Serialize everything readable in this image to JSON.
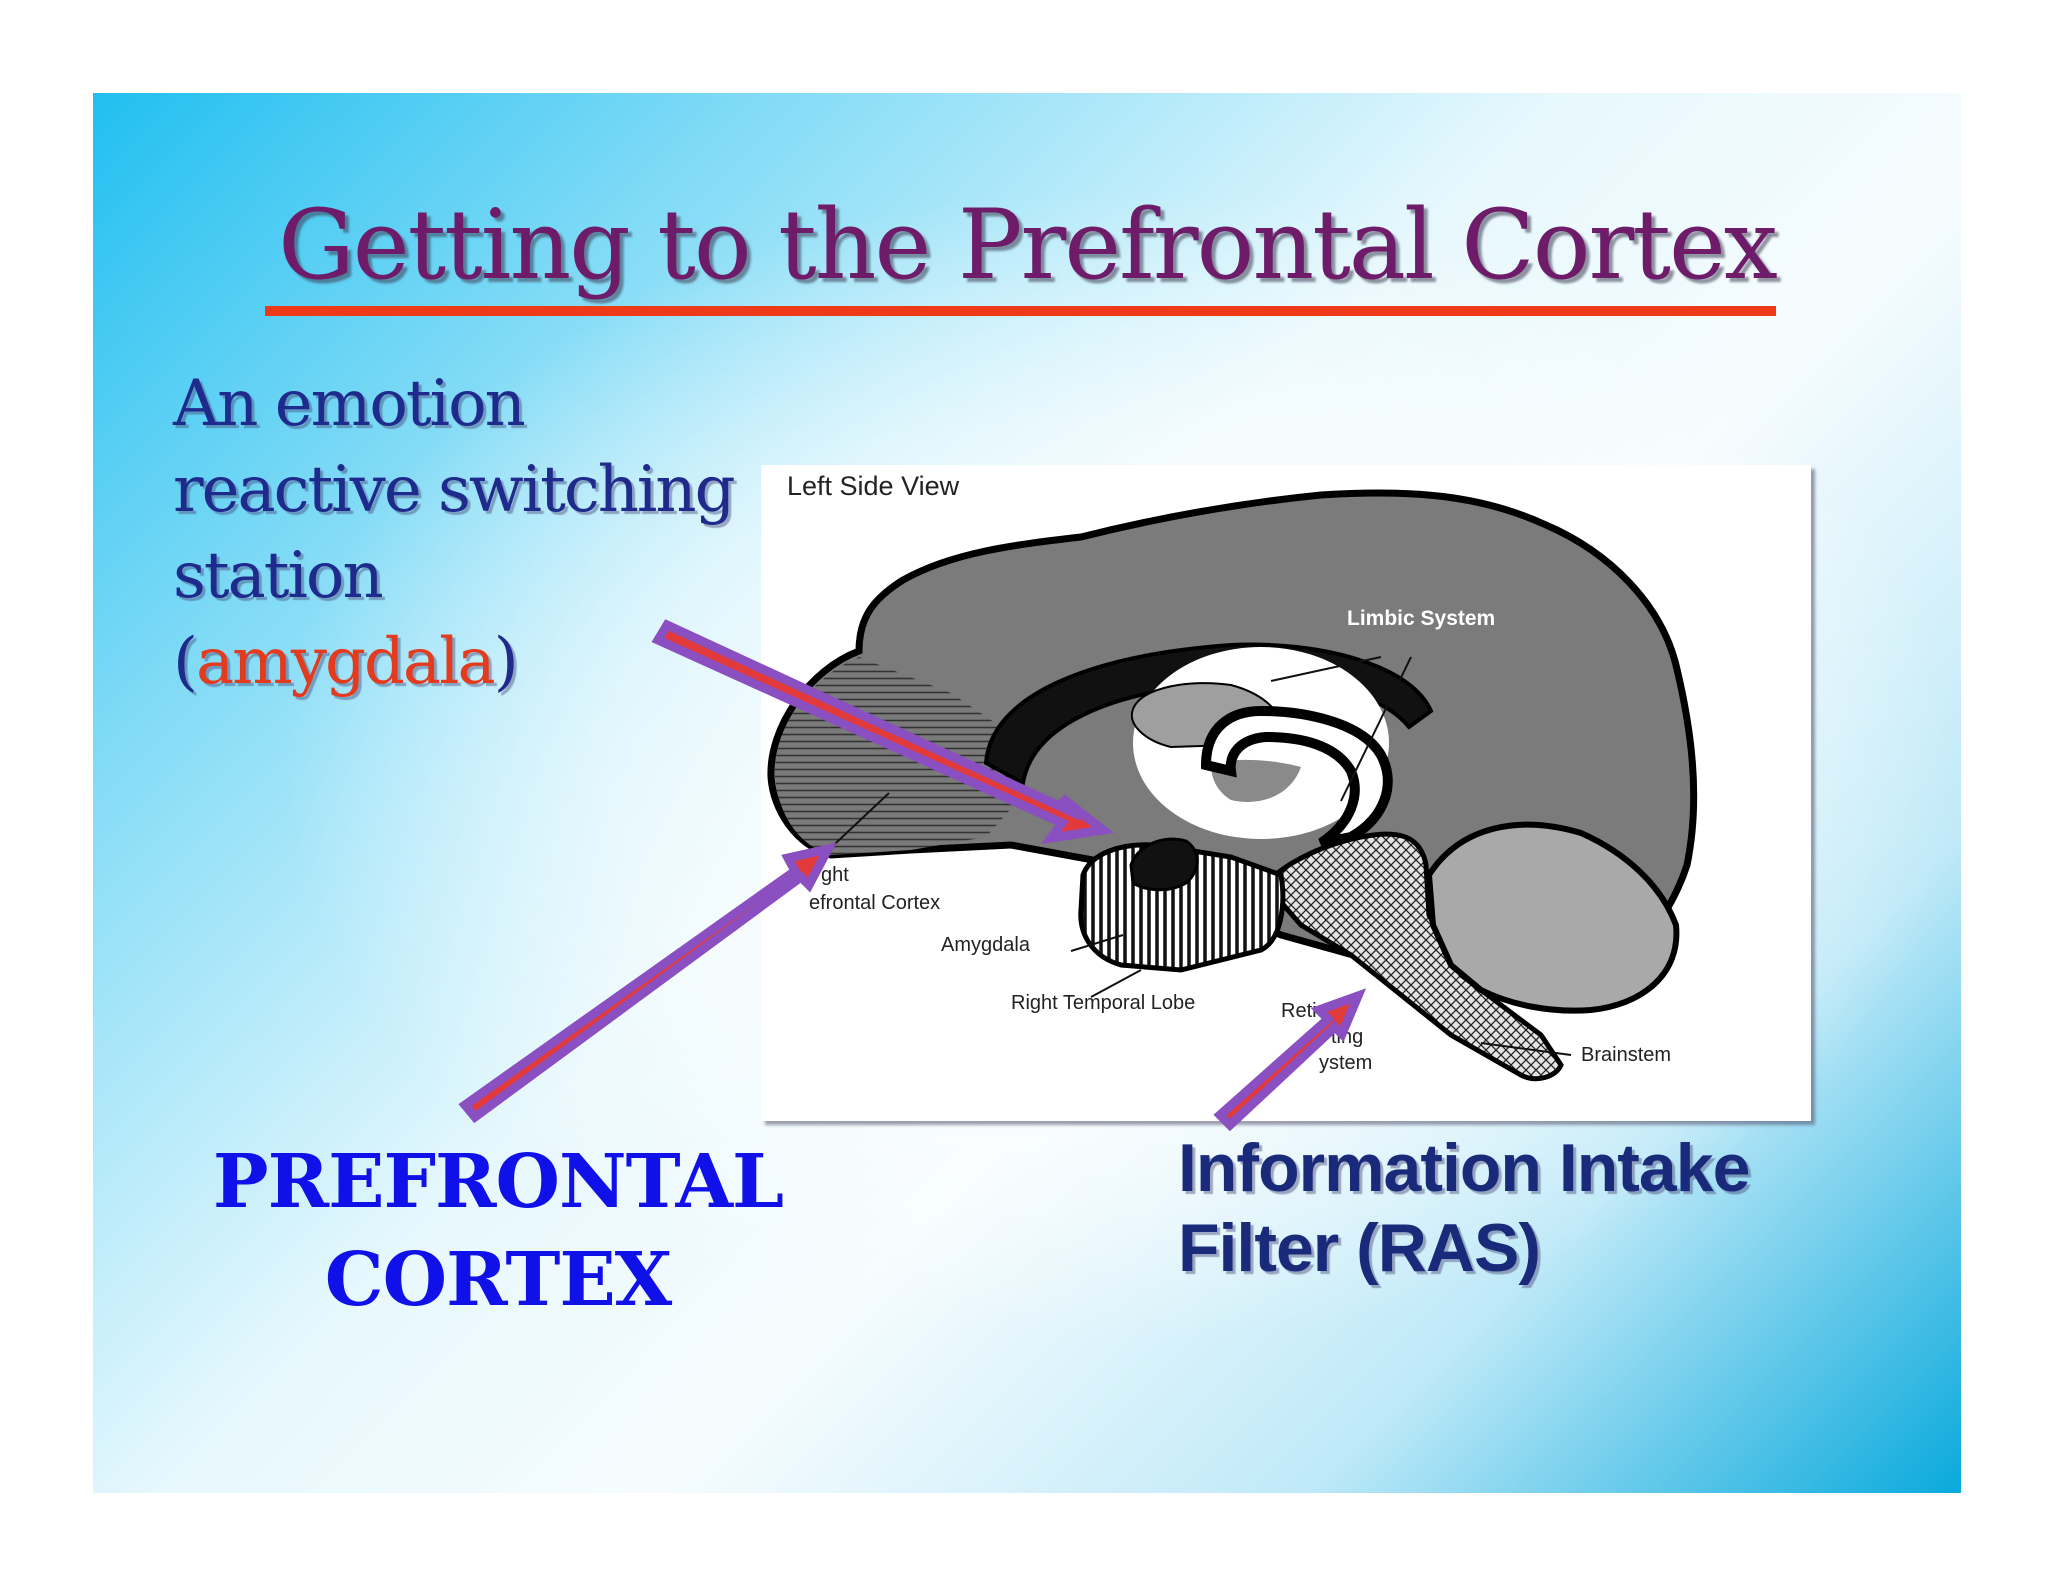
{
  "slide": {
    "title": "Getting to the Prefrontal Cortex",
    "amygdala_caption": {
      "line1": "An emotion",
      "line2": "reactive switching",
      "line3": "station",
      "open_paren": "(",
      "highlight": "amygdala",
      "close_paren": ")"
    },
    "prefrontal_caption": {
      "line1": "PREFRONTAL",
      "line2": "CORTEX"
    },
    "ras_caption": {
      "line1": "Information Intake",
      "line2": "Filter (RAS)"
    }
  },
  "diagram": {
    "heading": "Left Side View",
    "labels": {
      "limbic": "Limbic System",
      "prefrontal_1": "ght",
      "prefrontal_2": "efrontal Cortex",
      "amygdala": "Amygdala",
      "temporal": "Right Temporal Lobe",
      "reticular_1": "Reti",
      "reticular_2": "ting",
      "reticular_3": "ystem",
      "brainstem": "Brainstem"
    }
  },
  "colors": {
    "title": "#6e1c6a",
    "title_rule": "#ee3a19",
    "caption": "#1e2a8c",
    "highlight": "#e43a1e",
    "prefrontal": "#1010e8",
    "arrow_fill": "#e23a3a",
    "arrow_outline": "#8a4fc0"
  }
}
